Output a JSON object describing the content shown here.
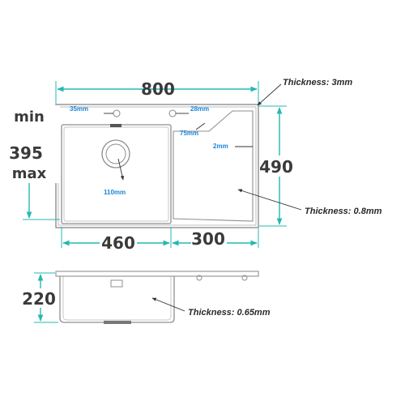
{
  "top_view": {
    "overall_width": "800",
    "overall_depth": "490",
    "bowl_width": "460",
    "drainboard_width": "300",
    "bowl_depth_value": "395",
    "bowl_depth_prefix": "min",
    "bowl_depth_suffix": "max",
    "labels": {
      "tap_hole": "35mm",
      "accessory_hole": "28mm",
      "corner_radius": "75mm",
      "edge": "2mm",
      "drain": "110mm"
    },
    "thickness_top": "Thickness: 3mm",
    "thickness_board": "Thickness: 0.8mm"
  },
  "side_view": {
    "height": "220",
    "thickness_bowl": "Thickness: 0.65mm"
  },
  "colors": {
    "dimension_line": "#25b8b2",
    "label_blue": "#1a86d8",
    "outline": "#8f8f8f"
  }
}
